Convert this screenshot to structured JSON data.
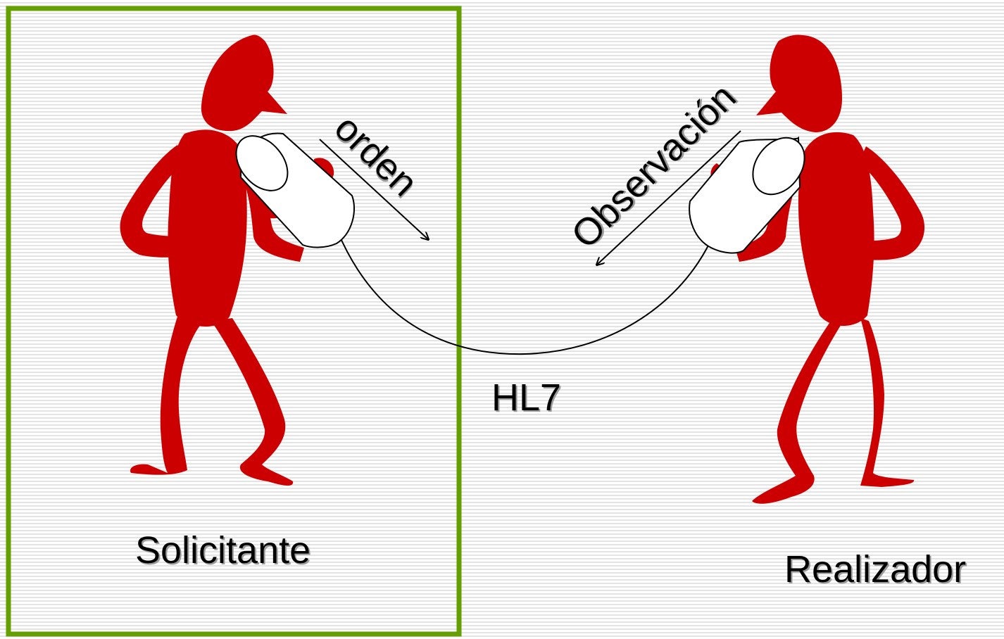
{
  "diagram": {
    "labels": {
      "requester": "Solicitante",
      "performer": "Realizador",
      "channel": "HL7",
      "order": "orden",
      "observation": "Observación"
    },
    "colors": {
      "figure": "#cc0000",
      "highlight_box": "#66a000",
      "string": "#000000",
      "can_fill": "#ffffff",
      "text": "#000000"
    },
    "icons": {
      "left_person": "person-talking-into-can-icon",
      "right_person": "person-listening-to-can-icon",
      "left_can": "tin-can-phone-icon",
      "right_can": "tin-can-phone-icon"
    }
  }
}
